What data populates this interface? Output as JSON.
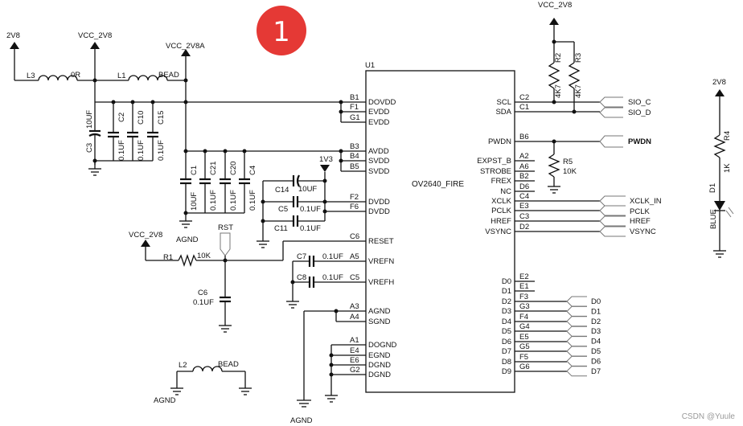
{
  "badge": {
    "number": "1",
    "color": "#e53935"
  },
  "watermark": "CSDN @Yuule",
  "power": {
    "v2v8": "2V8",
    "vcc_2v8": "VCC_2V8",
    "vcc_2v8a": "VCC_2V8A",
    "v1v3": "1V3",
    "agnd": "AGND"
  },
  "parts": {
    "l3": {
      "ref": "L3",
      "value": "0R"
    },
    "l1": {
      "ref": "L1",
      "value": "BEAD"
    },
    "l2": {
      "ref": "L2",
      "value": "BEAD"
    },
    "c3": {
      "ref": "C3",
      "value": "10UF"
    },
    "c2": {
      "ref": "C2",
      "value": "0.1UF"
    },
    "c10": {
      "ref": "C10",
      "value": "0.1UF"
    },
    "c15": {
      "ref": "C15",
      "value": "0.1UF"
    },
    "c1": {
      "ref": "C1",
      "value": "10UF"
    },
    "c21": {
      "ref": "C21",
      "value": "0.1UF"
    },
    "c20": {
      "ref": "C20",
      "value": "0.1UF"
    },
    "c4": {
      "ref": "C4",
      "value": "0.1UF"
    },
    "c14": {
      "ref": "C14",
      "value": "10UF"
    },
    "c5": {
      "ref": "C5",
      "value": "0.1UF"
    },
    "c11": {
      "ref": "C11",
      "value": "0.1UF"
    },
    "c7": {
      "ref": "C7",
      "value": "0.1UF"
    },
    "c8": {
      "ref": "C8",
      "value": "0.1UF"
    },
    "c6": {
      "ref": "C6",
      "value": "0.1UF"
    },
    "r1": {
      "ref": "R1",
      "value": "10K"
    },
    "rst": "RST",
    "r2": {
      "ref": "R2",
      "value": "4K7"
    },
    "r3": {
      "ref": "R3",
      "value": "4K7"
    },
    "r5": {
      "ref": "R5",
      "value": "10K"
    },
    "r4": {
      "ref": "R4",
      "value": "1K"
    },
    "d1": {
      "ref": "D1",
      "value": "BLUE"
    }
  },
  "chip": {
    "ref": "U1",
    "name": "OV2640_FIRE",
    "left_pins": [
      {
        "num": "B1",
        "name": "DOVDD"
      },
      {
        "num": "F1",
        "name": "EVDD"
      },
      {
        "num": "G1",
        "name": "EVDD"
      },
      {
        "num": "B3",
        "name": "AVDD"
      },
      {
        "num": "B4",
        "name": "SVDD"
      },
      {
        "num": "B5",
        "name": "SVDD"
      },
      {
        "num": "F2",
        "name": "DVDD"
      },
      {
        "num": "F6",
        "name": "DVDD"
      },
      {
        "num": "C6",
        "name": "RESET"
      },
      {
        "num": "A5",
        "name": "VREFN"
      },
      {
        "num": "C5",
        "name": "VREFH"
      },
      {
        "num": "A3",
        "name": "AGND"
      },
      {
        "num": "A4",
        "name": "SGND"
      },
      {
        "num": "A1",
        "name": "DOGND"
      },
      {
        "num": "E4",
        "name": "EGND"
      },
      {
        "num": "E6",
        "name": "DGND"
      },
      {
        "num": "G2",
        "name": "DGND"
      }
    ],
    "right_pins": [
      {
        "num": "C2",
        "name": "SCL"
      },
      {
        "num": "C1",
        "name": "SDA"
      },
      {
        "num": "B6",
        "name": "PWDN"
      },
      {
        "num": "A2",
        "name": "EXPST_B"
      },
      {
        "num": "A6",
        "name": "STROBE"
      },
      {
        "num": "B2",
        "name": "FREX"
      },
      {
        "num": "D6",
        "name": "NC"
      },
      {
        "num": "C4",
        "name": "XCLK"
      },
      {
        "num": "E3",
        "name": "PCLK"
      },
      {
        "num": "C3",
        "name": "HREF"
      },
      {
        "num": "D2",
        "name": "VSYNC"
      },
      {
        "num": "E2",
        "name": "D0"
      },
      {
        "num": "E1",
        "name": "D1"
      },
      {
        "num": "F3",
        "name": "D2"
      },
      {
        "num": "G3",
        "name": "D3"
      },
      {
        "num": "F4",
        "name": "D4"
      },
      {
        "num": "G4",
        "name": "D5"
      },
      {
        "num": "E5",
        "name": "D6"
      },
      {
        "num": "G5",
        "name": "D7"
      },
      {
        "num": "F5",
        "name": "D8"
      },
      {
        "num": "G6",
        "name": "D9"
      }
    ]
  },
  "nets": {
    "sio_c": "SIO_C",
    "sio_d": "SIO_D",
    "pwdn": "PWDN",
    "xclk_in": "XCLK_IN",
    "pclk": "PCLK",
    "href": "HREF",
    "vsync": "VSYNC",
    "data": [
      "D0",
      "D1",
      "D2",
      "D3",
      "D4",
      "D5",
      "D6",
      "D7"
    ]
  }
}
